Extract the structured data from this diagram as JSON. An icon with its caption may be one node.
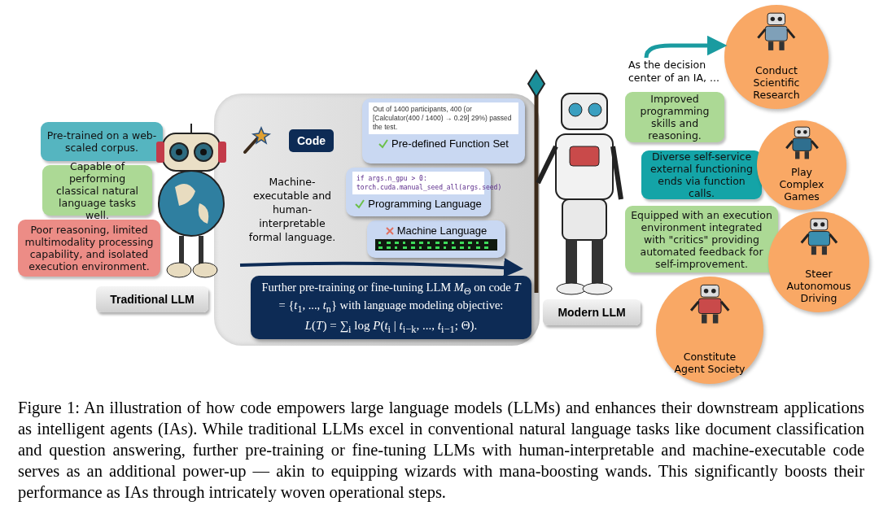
{
  "diagram": {
    "caption": "Figure 1:  An illustration of how code empowers large language models (LLMs) and enhances their downstream applications as intelligent agents (IAs). While traditional LLMs excel in conventional natural language tasks like document classification and question answering, further pre-training or fine-tuning LLMs with human-interpretable and machine-executable code serves as an additional power-up — akin to equipping wizards with mana-boosting wands. This significantly boosts their performance as IAs through intricately woven operational steps.",
    "nodes": [
      {
        "text": [
          "Pre-trained on a web-scaled corpus."
        ]
      },
      {
        "text": [
          "Capable of performing classical natural language tasks well."
        ]
      },
      {
        "text": [
          "Poor reasoning, limited multimodality processing capability, and isolated execution environment."
        ]
      },
      {
        "text": [
          "Traditional LLM"
        ]
      },
      {
        "text": [
          "Code",
          "Machine-executable and human-interpretable formal language."
        ]
      },
      {
        "text": [
          "Out of 1400 participants, 400 (or [Calculator(400 / 1400) → 0.29] 29%) passed the test.",
          "Pre-defined Function Set"
        ],
        "in": 4
      },
      {
        "text": [
          "if args.n_gpu > 0: torch.cuda.manual_seed_all(args.seed)",
          "Programming Language"
        ],
        "in": 4
      },
      {
        "text": [
          "Machine Language"
        ],
        "in": 4
      },
      {
        "text": [
          "Further pre-training or fine-tuning LLM *M*$_{Θ}$ on code *T* = {*t*$_{1}$, ..., *t*$_{n}$} with language modeling objective:",
          "*L*(*T*) = ∑$_{i}$ log *P*(*t*$_{i}$ | *t*$_{i−k}$, ..., *t*$_{i−1}$; Θ)."
        ],
        "in": 4
      },
      {
        "text": [
          "Modern LLM"
        ]
      },
      {
        "text": [
          "Improved programming skills and reasoning."
        ]
      },
      {
        "text": [
          "Diverse self-service external functioning ends via function calls."
        ]
      },
      {
        "text": [
          "Equipped with an execution environment integrated with \"critics\" providing automated feedback for self-improvement."
        ]
      },
      {
        "text": [
          "As the decision center of an IA, ..."
        ]
      },
      {
        "text": [
          "Conduct Scientific Research"
        ]
      },
      {
        "text": [
          "Play Complex Games"
        ]
      },
      {
        "text": [
          "Steer Autonomous Driving"
        ]
      },
      {
        "text": [
          "Constitute Agent Society"
        ]
      }
    ],
    "edges": [
      {
        "from": 13,
        "to": 14,
        "arrow": "to"
      }
    ]
  }
}
